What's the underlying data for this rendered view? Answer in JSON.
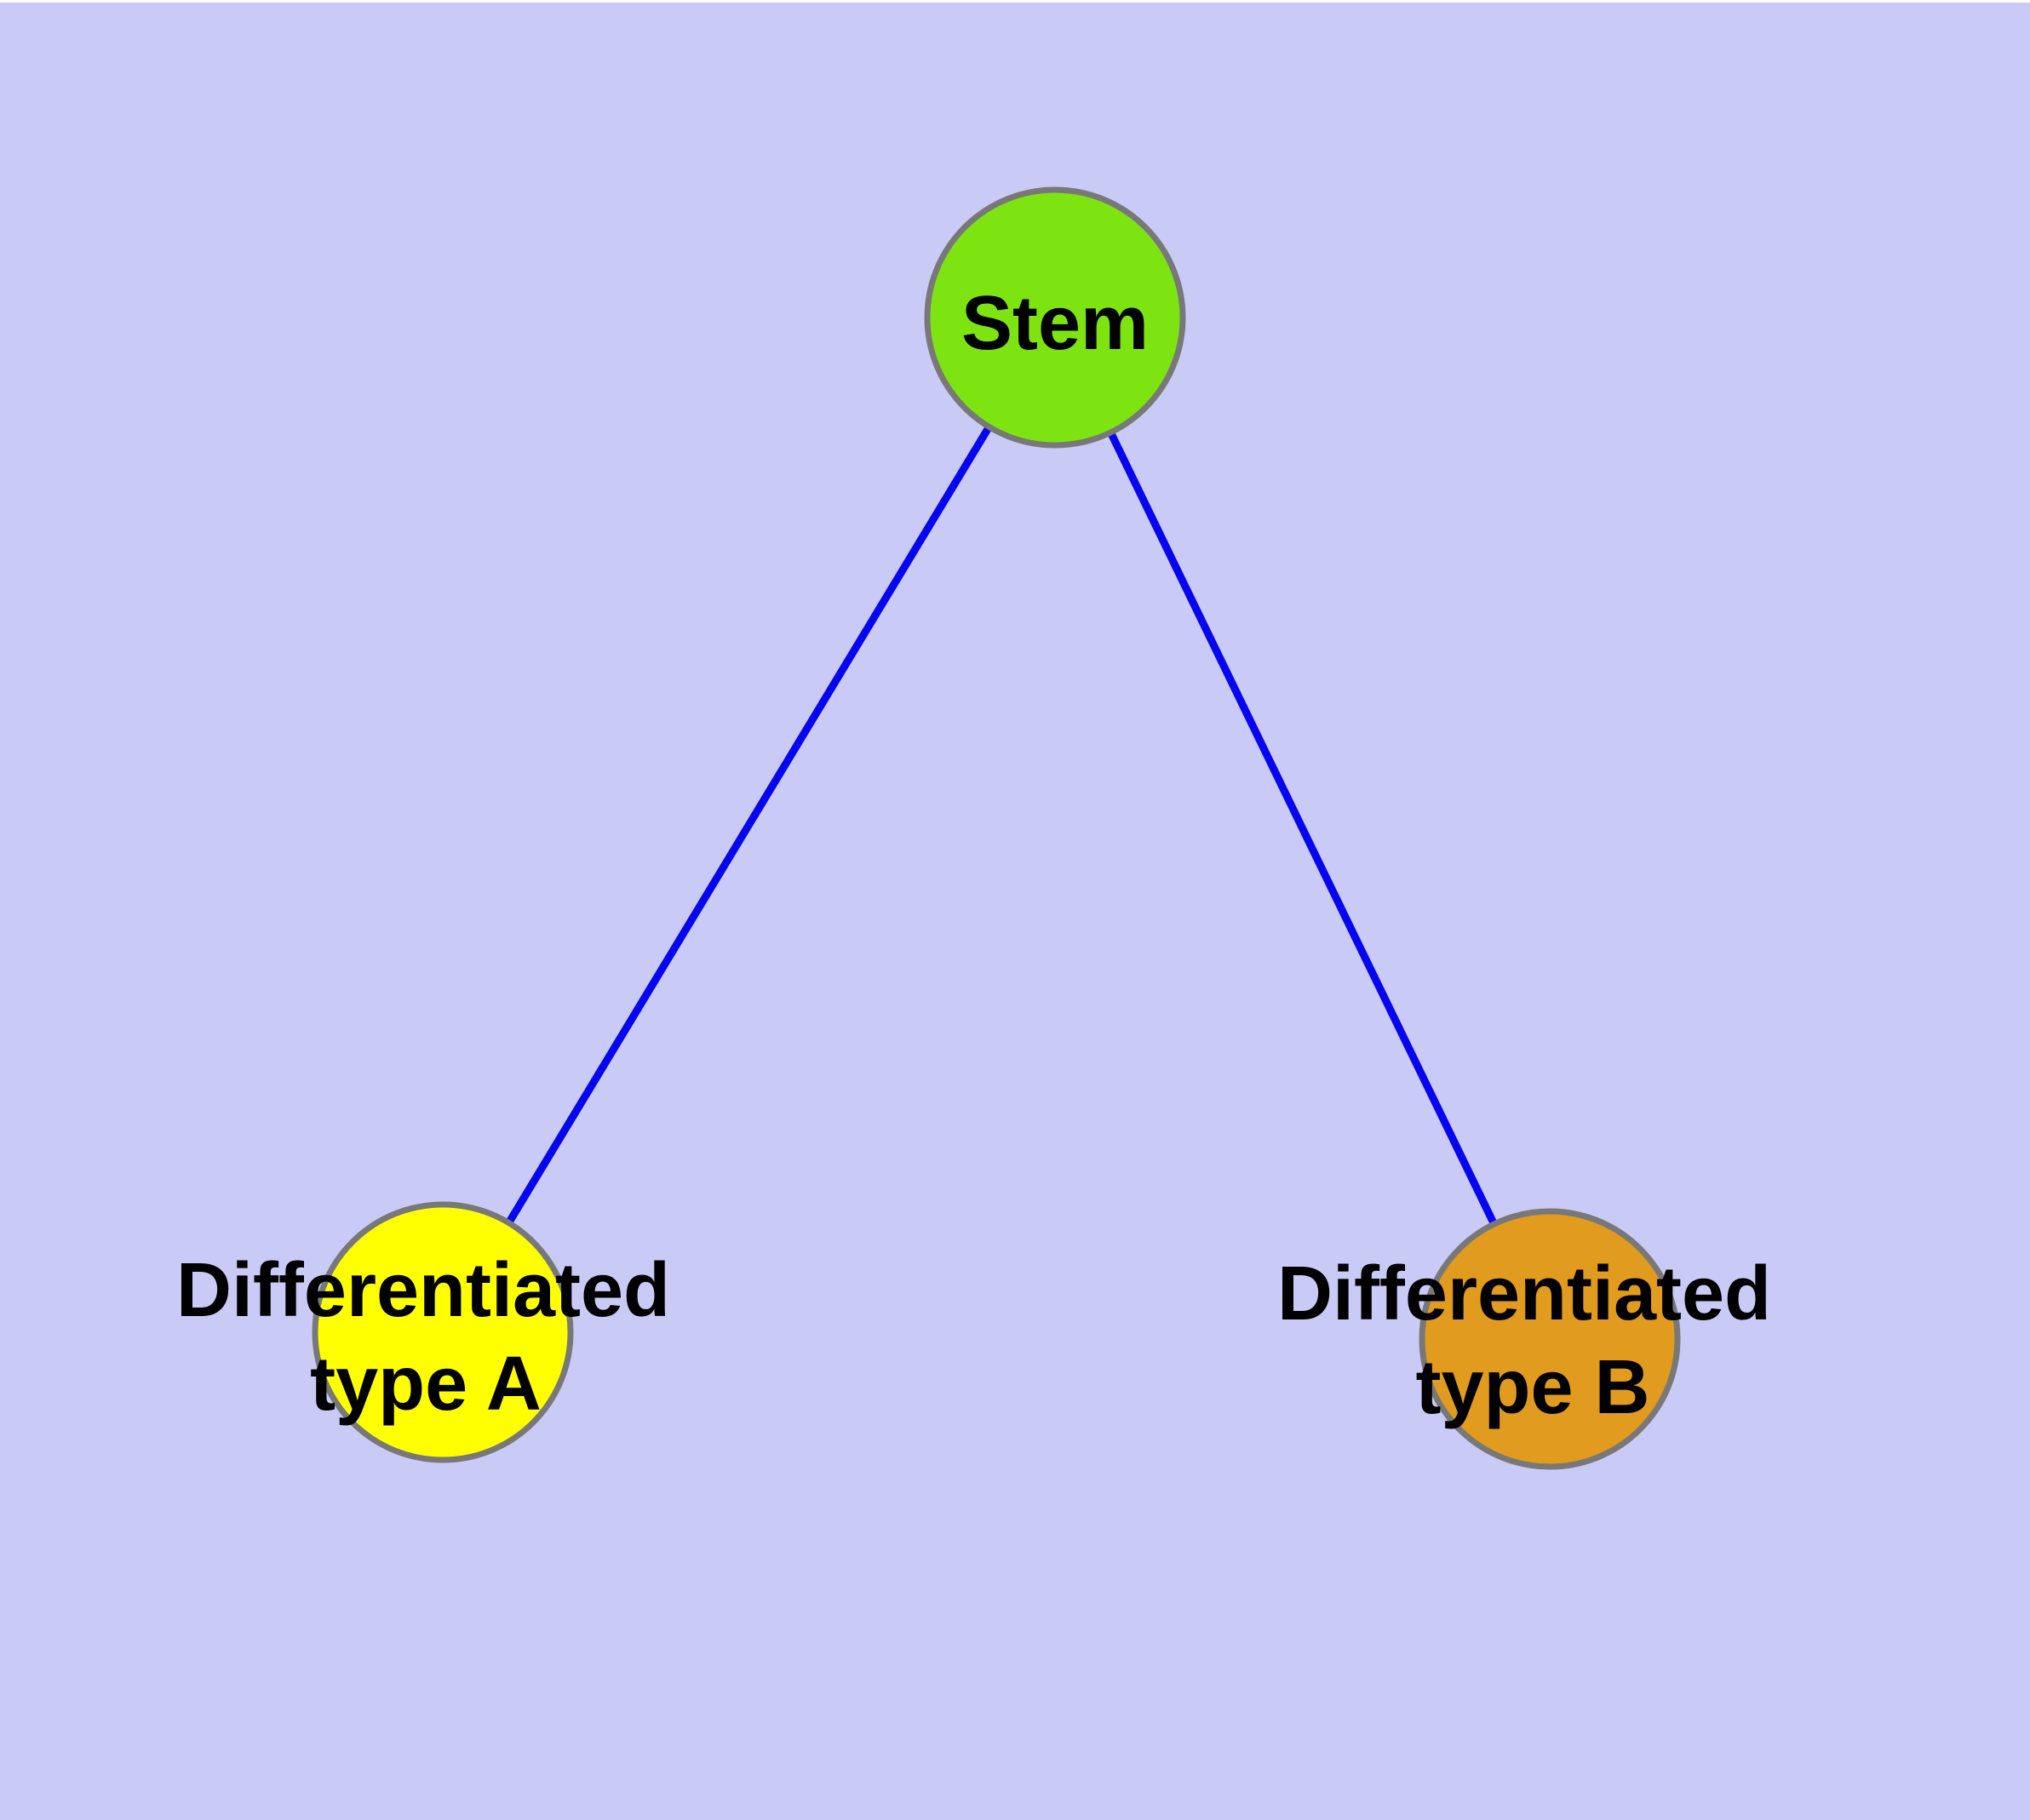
{
  "diagram": {
    "background_color": "#CACAF7",
    "edge_color": "#0505F0",
    "node_border_color": "#787878",
    "label_color": "#000000",
    "nodes": {
      "stem": {
        "label": "Stem",
        "color": "#7DE412"
      },
      "type_a": {
        "label_line1": "Differentiated",
        "label_line2": "type A",
        "color": "#FFFF00"
      },
      "type_b": {
        "label_line1": "Differentiated",
        "label_line2": "type B",
        "color": "#E19B1E"
      }
    },
    "edges": [
      {
        "from": "Stem",
        "to": "Differentiated type A"
      },
      {
        "from": "Stem",
        "to": "Differentiated type B"
      }
    ]
  }
}
